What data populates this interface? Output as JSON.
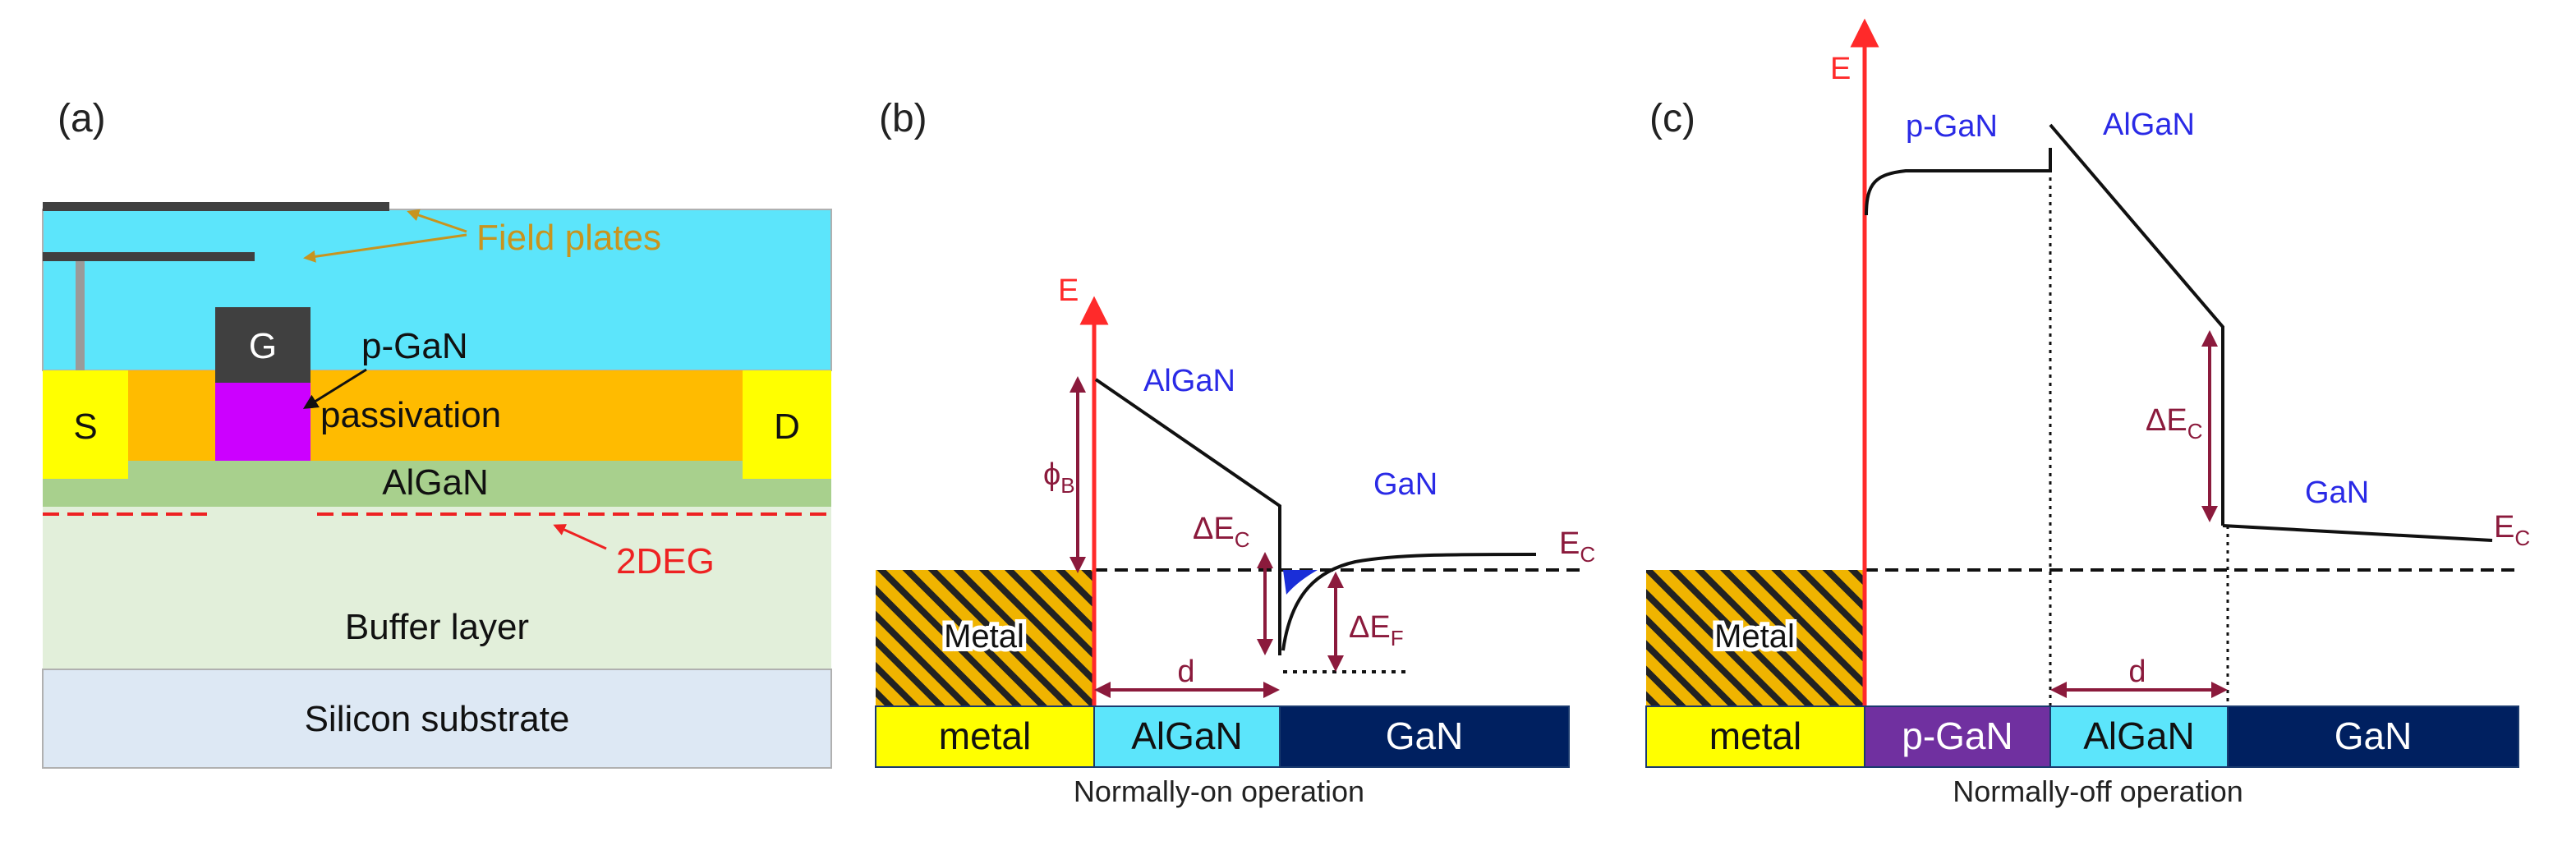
{
  "colors": {
    "field_oxide": "#5ce5fb",
    "passivation": "#ffbb00",
    "algan_layer": "#a8d08d",
    "buffer": "#e2efda",
    "substrate": "#dde8f4",
    "contact": "#ffff00",
    "gate": "#404040",
    "pgan_gate": "#cc00ff",
    "field_plate": "#404040",
    "band_line": "#111111",
    "energy_axis": "#ff2a2a",
    "annotation": "#8b1a3c",
    "region_label": "#2a2ae6",
    "field_plate_label": "#c8941e",
    "twodeg": "#ee2222",
    "bar_metal": "#ffff00",
    "bar_pgan": "#7030a0",
    "bar_algan": "#5ce5fb",
    "bar_gan": "#002060",
    "bar_border": "#1a3a6e"
  },
  "panel_a": {
    "label": "(a)",
    "field_plates_label": "Field plates",
    "gate_label": "G",
    "pgan_label": "p-GaN",
    "passivation_label": "passivation",
    "source_label": "S",
    "drain_label": "D",
    "algan_label": "AlGaN",
    "twodeg_label": "2DEG",
    "buffer_label": "Buffer layer",
    "substrate_label": "Silicon substrate"
  },
  "panel_b": {
    "label": "(b)",
    "energy_axis_label": "E",
    "algan_label": "AlGaN",
    "gan_label": "GaN",
    "phi_b_main": "ϕ",
    "phi_b_sub": "B",
    "delta_ec_main": "ΔE",
    "delta_ec_sub": "C",
    "delta_ef_main": "ΔE",
    "delta_ef_sub": "F",
    "ec_main": "E",
    "ec_sub": "C",
    "metal_block_label": "Metal",
    "d_label": "d",
    "bar_metal": "metal",
    "bar_algan": "AlGaN",
    "bar_gan": "GaN",
    "caption": "Normally-on operation"
  },
  "panel_c": {
    "label": "(c)",
    "energy_axis_label": "E",
    "pgan_label": "p-GaN",
    "algan_label": "AlGaN",
    "gan_label": "GaN",
    "delta_ec_main": "ΔE",
    "delta_ec_sub": "C",
    "ec_main": "E",
    "ec_sub": "C",
    "metal_block_label": "Metal",
    "d_label": "d",
    "bar_metal": "metal",
    "bar_pgan": "p-GaN",
    "bar_algan": "AlGaN",
    "bar_gan": "GaN",
    "caption": "Normally-off operation"
  }
}
